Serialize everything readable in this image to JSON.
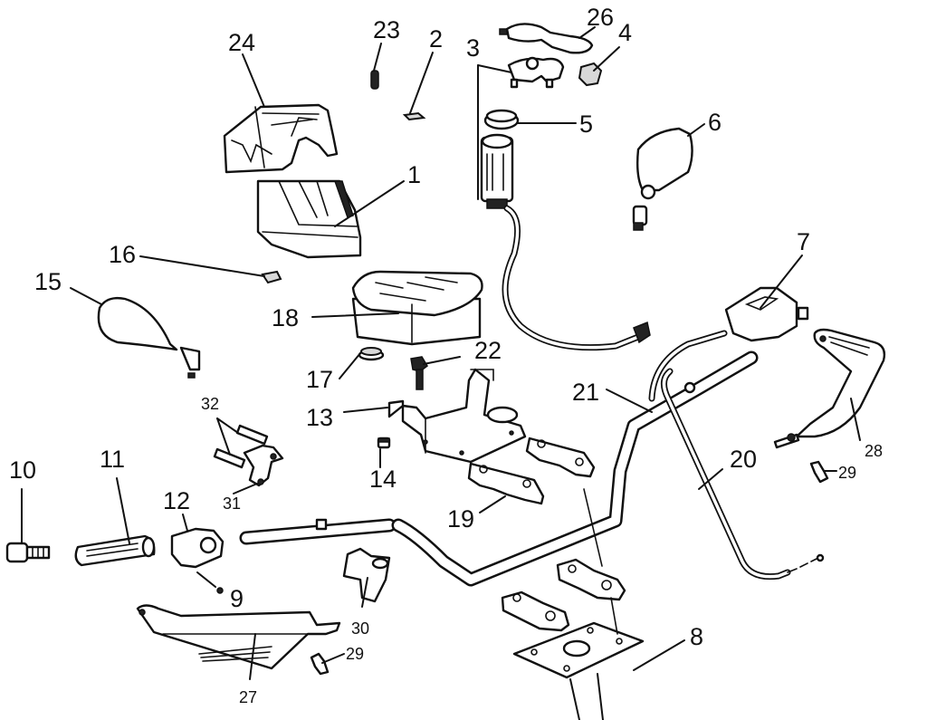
{
  "diagram": {
    "type": "exploded-parts-diagram",
    "subject": "handlebar assembly",
    "callouts": [
      {
        "id": "1",
        "label": "1"
      },
      {
        "id": "2",
        "label": "2"
      },
      {
        "id": "3",
        "label": "3"
      },
      {
        "id": "4",
        "label": "4"
      },
      {
        "id": "5",
        "label": "5"
      },
      {
        "id": "6",
        "label": "6"
      },
      {
        "id": "7",
        "label": "7"
      },
      {
        "id": "8",
        "label": "8"
      },
      {
        "id": "9",
        "label": "9"
      },
      {
        "id": "10",
        "label": "10"
      },
      {
        "id": "11",
        "label": "11"
      },
      {
        "id": "12",
        "label": "12"
      },
      {
        "id": "13",
        "label": "13"
      },
      {
        "id": "14",
        "label": "14"
      },
      {
        "id": "15",
        "label": "15"
      },
      {
        "id": "16",
        "label": "16"
      },
      {
        "id": "17",
        "label": "17"
      },
      {
        "id": "18",
        "label": "18"
      },
      {
        "id": "19",
        "label": "19"
      },
      {
        "id": "20",
        "label": "20"
      },
      {
        "id": "21",
        "label": "21"
      },
      {
        "id": "22",
        "label": "22"
      },
      {
        "id": "23",
        "label": "23"
      },
      {
        "id": "24",
        "label": "24"
      },
      {
        "id": "26",
        "label": "26"
      },
      {
        "id": "27",
        "label": "27"
      },
      {
        "id": "28",
        "label": "28"
      },
      {
        "id": "29a",
        "label": "29"
      },
      {
        "id": "29b",
        "label": "29"
      },
      {
        "id": "30",
        "label": "30"
      },
      {
        "id": "31",
        "label": "31"
      },
      {
        "id": "32",
        "label": "32"
      }
    ]
  }
}
